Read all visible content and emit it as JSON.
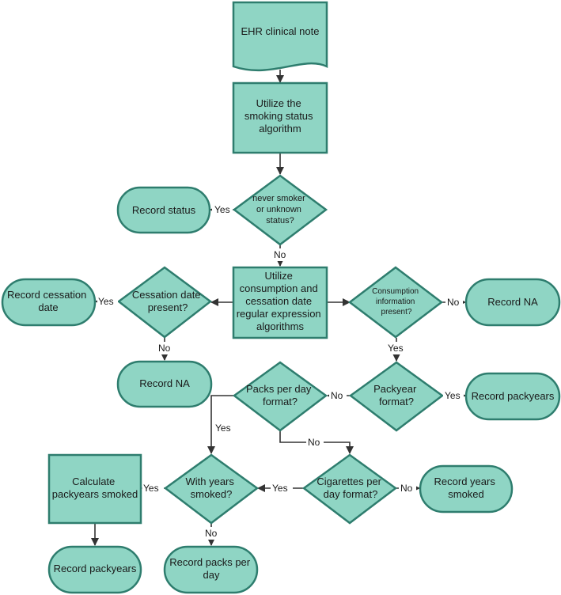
{
  "colors": {
    "node_fill": "#8fd5c4",
    "node_stroke": "#2e7d6e",
    "connector": "#333333"
  },
  "nodes": {
    "ehr_note": "EHR clinical note",
    "utilize_smoking": [
      "Utilize the",
      "smoking status",
      "algorithm"
    ],
    "never_smoker": [
      "never smoker",
      "or unknown",
      "status?"
    ],
    "record_status": "Record status",
    "utilize_regex": [
      "Utilize",
      "consumption and",
      "cessation date",
      "regular expression",
      "algorithms"
    ],
    "cessation_present": [
      "Cessation date",
      "present?"
    ],
    "record_cessation": [
      "Record cessation",
      "date"
    ],
    "record_na_left": "Record NA",
    "consumption_present": [
      "Consumption",
      "information",
      "present?"
    ],
    "record_na_right": "Record NA",
    "packyear_format": [
      "Packyear",
      "format?"
    ],
    "record_packyears_right": "Record packyears",
    "packs_per_day_format": [
      "Packs per day",
      "format?"
    ],
    "cigarettes_per_day_format": [
      "Cigarettes per",
      "day format?"
    ],
    "record_years_smoked": [
      "Record years",
      "smoked"
    ],
    "with_years_smoked": [
      "With years",
      "smoked?"
    ],
    "calculate_packyears": [
      "Calculate",
      "packyears smoked"
    ],
    "record_packyears_bottom": "Record packyears",
    "record_packs_per_day": [
      "Record packs per",
      "day"
    ]
  },
  "edges": {
    "never_yes": "Yes",
    "never_no": "No",
    "cessation_yes": "Yes",
    "cessation_no": "No",
    "consumption_no": "No",
    "consumption_yes": "Yes",
    "packyear_no": "No",
    "packyear_yes": "Yes",
    "ppd_yes": "Yes",
    "ppd_no": "No",
    "cig_yes": "Yes",
    "cig_no": "No",
    "years_yes": "Yes",
    "years_no": "No"
  }
}
